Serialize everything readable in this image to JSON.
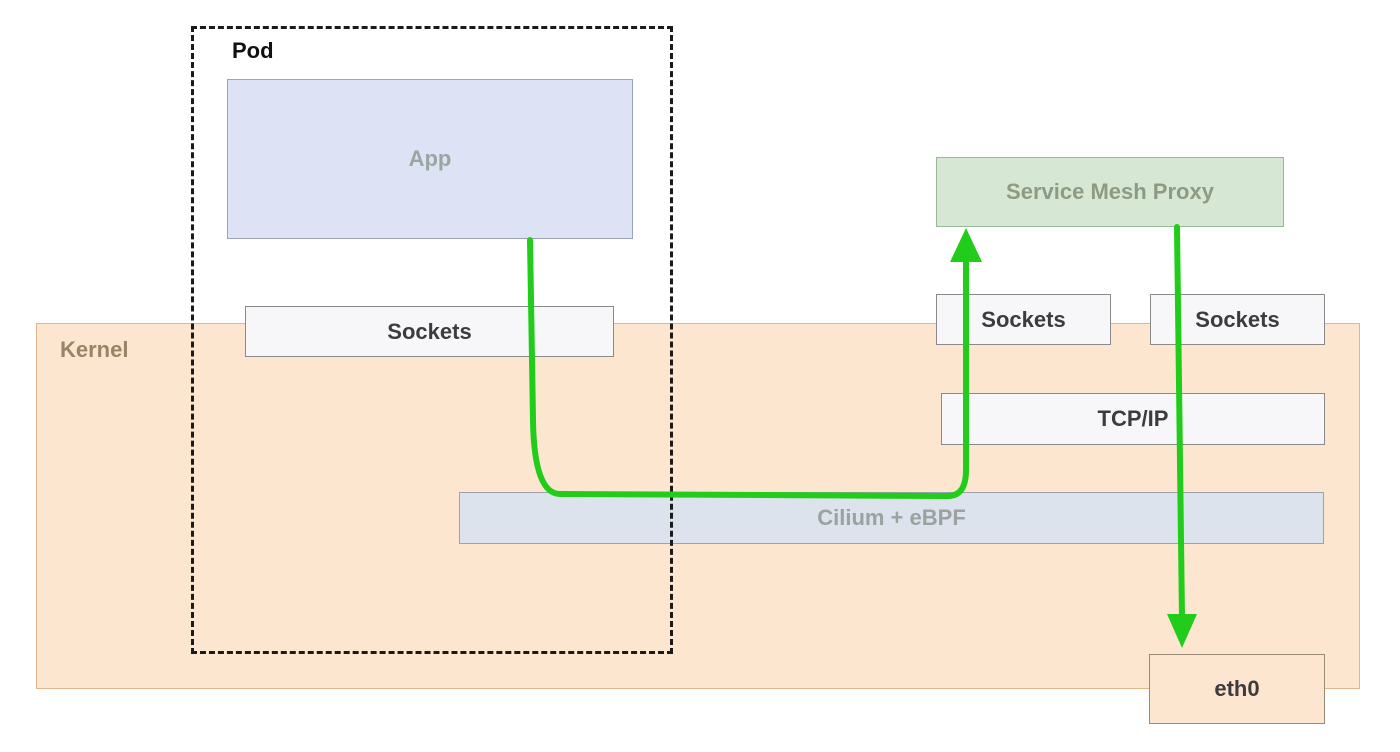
{
  "colors": {
    "kernel_fill": "#fde6cf",
    "kernel_text": "#9a8468",
    "app_fill": "#dde3f4",
    "app_text": "#9aa6a0",
    "proxy_fill": "#d6e8d4",
    "proxy_text": "#8f9a83",
    "cilium_fill": "#dde3ec",
    "cilium_text": "#9aa3a0",
    "box_fill": "#f7f7f9",
    "eth_fill": "#fde6cf",
    "arrow": "#22cc1a"
  },
  "labels": {
    "pod": "Pod",
    "kernel": "Kernel",
    "app": "App",
    "pod_sockets": "Sockets",
    "proxy": "Service Mesh Proxy",
    "proxy_sockets_left": "Sockets",
    "proxy_sockets_right": "Sockets",
    "tcpip": "TCP/IP",
    "cilium": "Cilium + eBPF",
    "eth0": "eth0"
  },
  "icons": {
    "flow": "arrow"
  }
}
